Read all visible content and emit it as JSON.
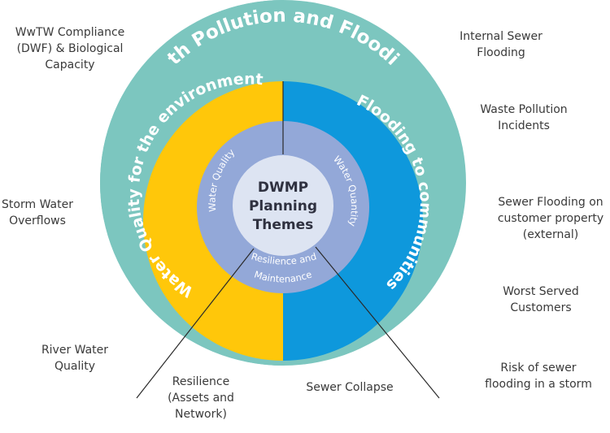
{
  "rings": {
    "outer_label": "Both Pollution and Flooding",
    "left_label": "Water Quality for the environment",
    "right_label": "Flooding to communities",
    "inner_left": "Water Quality",
    "inner_right": "Water Quantity",
    "inner_bottom_line1": "Resilience and",
    "inner_bottom_line2": "Maintenance",
    "center_line1": "DWMP",
    "center_line2": "Planning",
    "center_line3": "Themes"
  },
  "colors": {
    "outer": "#7cc6bf",
    "left": "#ffc70a",
    "right": "#0e98dc",
    "inner": "#93a8d8",
    "center": "#dde4f2"
  },
  "labels": {
    "wwtw": "WwTW Compliance\n(DWF) & Biological\nCapacity",
    "internal_sewer": "Internal Sewer\nFlooding",
    "waste_pollution": "Waste Pollution\nIncidents",
    "storm_water": "Storm Water\nOverflows",
    "sewer_flooding_customer": "Sewer Flooding on\ncustomer property\n(external)",
    "worst_served": "Worst Served\nCustomers",
    "river_water": "River Water\nQuality",
    "risk_sewer": "Risk of sewer\nflooding in a storm",
    "resilience": "Resilience\n(Assets and\nNetwork)",
    "sewer_collapse": "Sewer Collapse"
  }
}
